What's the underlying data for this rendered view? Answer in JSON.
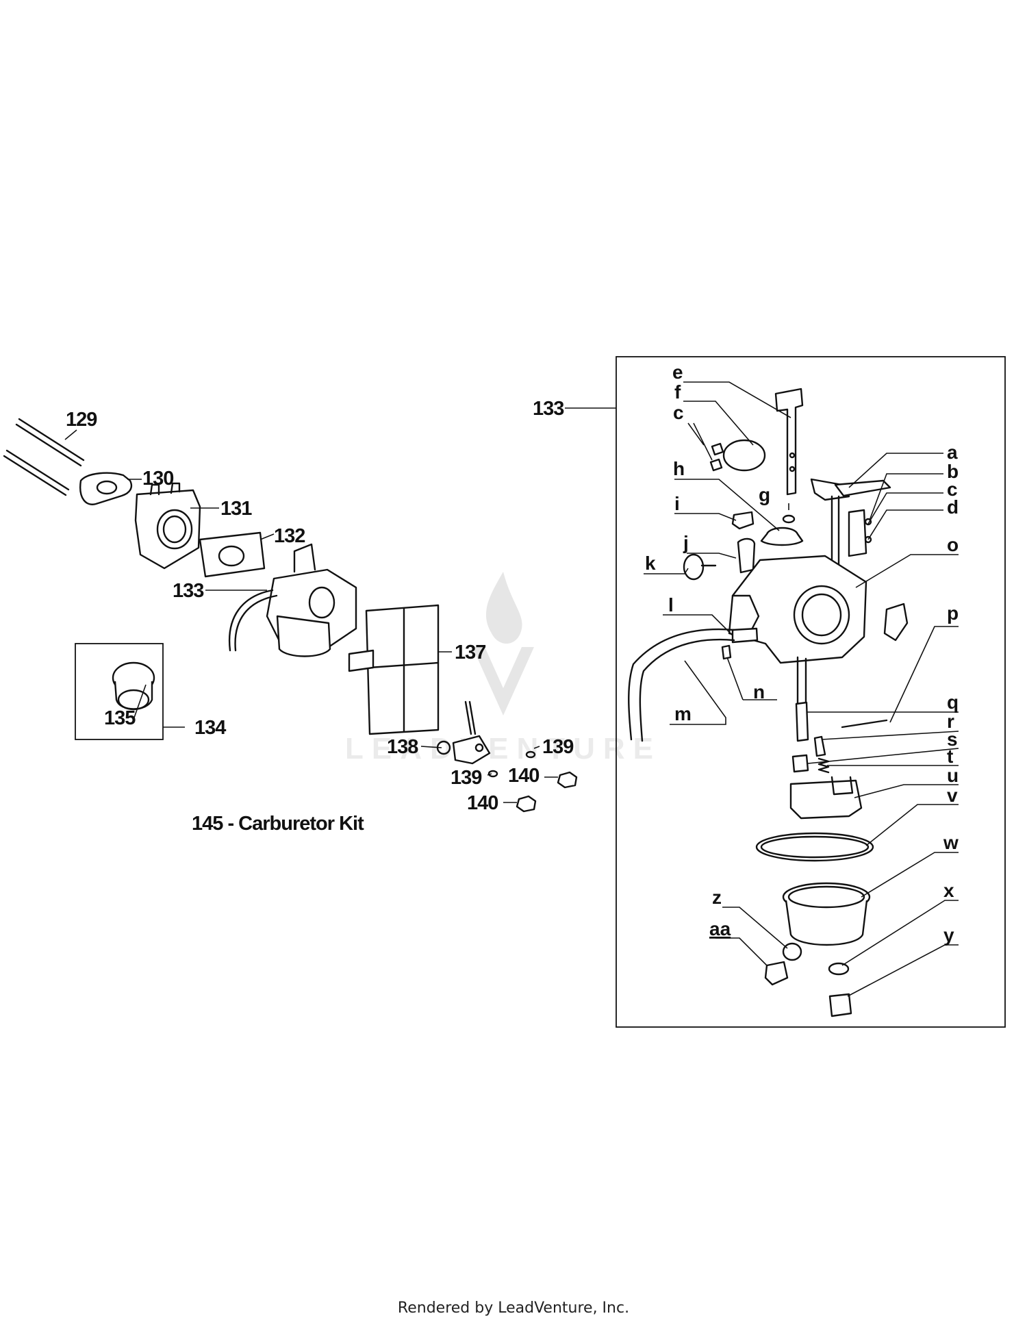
{
  "diagram": {
    "kit_label": "145 - Carburetor Kit",
    "watermark": "LEADVENTURE",
    "footer": "Rendered by LeadVenture, Inc.",
    "left_callouts": [
      "129",
      "130",
      "131",
      "132",
      "133",
      "134",
      "135",
      "137",
      "138",
      "139",
      "139",
      "140",
      "140"
    ],
    "detail_title": "133",
    "detail_callouts": [
      "a",
      "b",
      "c",
      "d",
      "e",
      "f",
      "c",
      "g",
      "h",
      "i",
      "j",
      "k",
      "l",
      "m",
      "n",
      "o",
      "p",
      "q",
      "r",
      "s",
      "t",
      "u",
      "v",
      "w",
      "x",
      "y",
      "z",
      "aa"
    ]
  }
}
